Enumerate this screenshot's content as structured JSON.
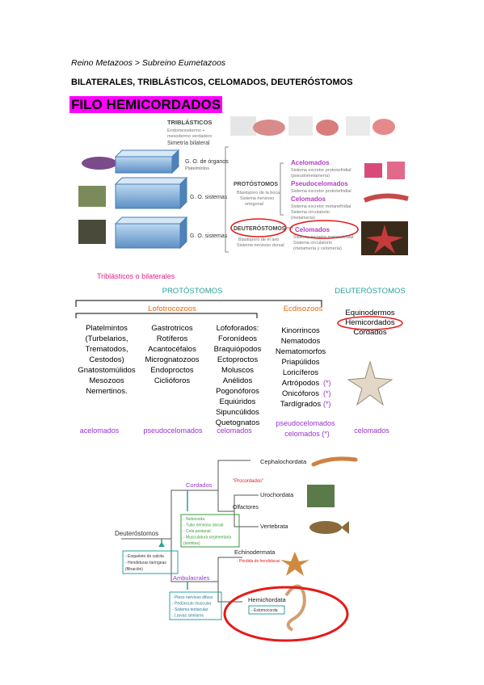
{
  "breadcrumb": "Reino Metazoos > Subreino Eumetazoos",
  "subtitle": "BILATERALES, TRIBLÁSTICOS, CELOMADOS, DEUTERÓSTOMOS",
  "title": "FILO HEMICORDADOS",
  "fig1": {
    "header": {
      "title": "TRIBLÁSTICOS",
      "line1": "Endomesodermo +",
      "line2": "mesodermo verdadero",
      "line3": "Simetría bilateral"
    },
    "org_organs": {
      "title": "G. O. de órganos",
      "sub": "Platelmintos"
    },
    "org_systems_1": "G. O. sistemas",
    "org_systems_2": "G. O. sistemas",
    "protostomos": {
      "title": "PROTÓSTOMOS",
      "line1": "Blastoporo de la boca",
      "line2": "Sistema nervioso",
      "line3": "ortogonal"
    },
    "deuterostomos": {
      "title": "DEUTERÓSTOMOS",
      "line1": "Blastoporo de el ano",
      "line2": "Sistema nervioso dorsal"
    },
    "acelomados": {
      "title": "Acelomados",
      "line1": "Sistema excretor protonefridial",
      "line2": "(pseudometamería)"
    },
    "pseudocelomados": {
      "title": "Pseudocelomados",
      "line1": "Sistema excretor protonefridial"
    },
    "celomados_p": {
      "title": "Celomados",
      "line1": "Sistema excretor metanefridial",
      "line2": "Sistema circulatorio",
      "line3": "(metamería)"
    },
    "celomados_d": {
      "title": "Celomados",
      "line1": "Sistema excretor metanefridial",
      "line2": "Sistema circulatorio",
      "line3": "(metamería y celomería)"
    }
  },
  "fig2": {
    "top_label": "Triblásticos o bilaterales",
    "protostomos": "PROTÓSTOMOS",
    "deuterostomos": "DEUTERÓSTOMOS",
    "lofotrocozoos": "Lofotrocozoos",
    "ecdisozoos": "Ecdisozoos",
    "col1": [
      "Platelmintos",
      "(Turbelarios,",
      "Trematodos,",
      "Cestodos)",
      "Gnatostomúlidos",
      "Mesozoos",
      "Nemertinos."
    ],
    "col2": [
      "Gastrotricos",
      "Rotíferos",
      "Acantocéfalos",
      "Micrognatozoos",
      "Endoproctos",
      "Ciclióforos"
    ],
    "col3": [
      "Lofoforados:",
      "Foronídeos",
      "Braquiópodos",
      "Ectoproctos",
      "Moluscos",
      "Anélidos",
      "Pogonóforos",
      "Equiúridos",
      "Sipuncúlidos",
      "Quetognatos"
    ],
    "col4": [
      "Kinorrincos",
      "Nematodos",
      "Nematomorfos",
      "Priapúlidos",
      "Loricíferos",
      "Artrópodos",
      "Onicóforos",
      "Tardígrados"
    ],
    "col4_mark": "(*)",
    "col5": [
      "Equinodermos",
      "Hemicordados",
      "Cordados"
    ],
    "bottom": {
      "acelomados": "acelomados",
      "pseudocelomados": "pseudocelomados",
      "celomados": "celomados",
      "ecd_line1": "pseudocelomados",
      "ecd_line2": "celomados (*)",
      "deut_celomados": "celomados"
    }
  },
  "fig3": {
    "deuterostomos": "Deuteróstomos",
    "deut_box": [
      "- Esqueleto de calcita",
      "- Hendiduras faríngeas",
      "(filtración)"
    ],
    "cordados": "Cordados",
    "cordados_box": [
      "- Notocorda",
      "- Tubo nervioso dorsal",
      "- Cola postanal",
      "- Musculatura segmentaria",
      "(somitos)"
    ],
    "procordados": "\"Procordados\"",
    "cephalochordata": "Cephalochordata",
    "urochordata": "Urochordata",
    "olfactores": "Olfactores",
    "vertebrata": "Vertebrata",
    "ambulacrales": "Ambulacrales",
    "ambul_box": [
      "- Plexo nervioso difuso",
      "- Pedúnculo muscular",
      "- Sistema tentacular",
      "- Larvas similares"
    ],
    "echinodermata": "Echinodermata",
    "echino_box": "- Pérdida de hendiduras",
    "hemichordata": "Hemichordata",
    "hemi_box": "- Estomocorda"
  },
  "colors": {
    "title_bg": "#ff00ff",
    "teal": "#2aa198",
    "orange": "#e86a10",
    "purple": "#9933cc",
    "pink": "#e0218a",
    "red": "#e51a1a",
    "green": "#3a9a3a"
  }
}
